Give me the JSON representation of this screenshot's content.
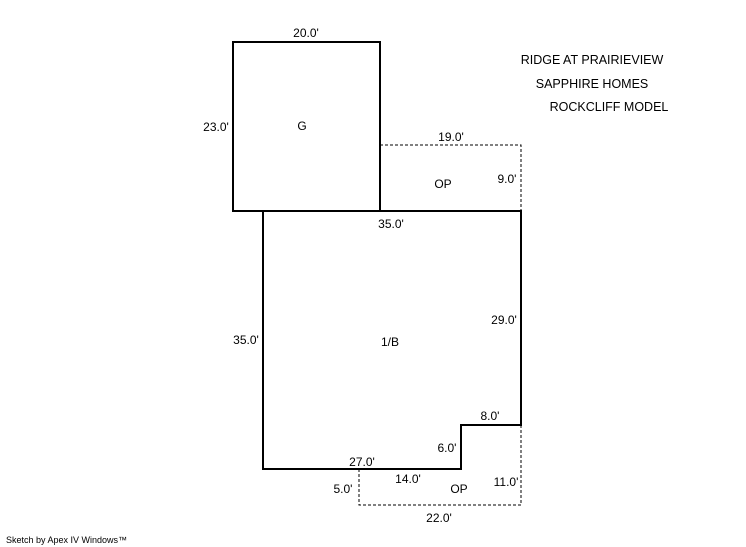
{
  "title_block": [
    "RIDGE AT PRAIRIEVIEW",
    "SAPPHIRE HOMES",
    "ROCKCLIFF MODEL"
  ],
  "areas": {
    "garage": "G",
    "main": "1/B",
    "porch_top": "OP",
    "porch_bottom": "OP"
  },
  "dimensions": {
    "garage_top": "20.0'",
    "garage_left": "23.0'",
    "porch_top_top": "19.0'",
    "porch_top_right": "9.0'",
    "main_top": "35.0'",
    "main_left": "35.0'",
    "main_right": "29.0'",
    "main_step_top": "8.0'",
    "main_step_side": "6.0'",
    "main_bottom": "27.0'",
    "porch_bottom_top": "14.0'",
    "porch_bottom_left": "5.0'",
    "porch_bottom_right": "11.0'",
    "porch_bottom_bottom": "22.0'"
  },
  "footer": "Sketch by Apex IV Windows™"
}
